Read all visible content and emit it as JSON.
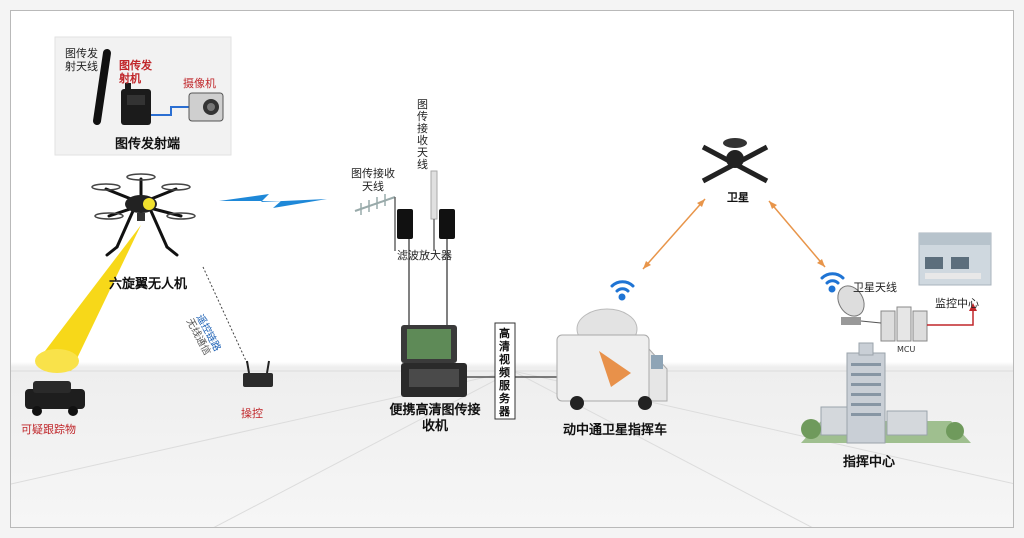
{
  "transmitter_panel": {
    "antenna_label": "图传发射天线",
    "transmitter_label": "图传发射机",
    "camera_label": "摄像机",
    "title": "图传发射端"
  },
  "drone": {
    "label": "六旋翼无人机"
  },
  "target": {
    "label": "可疑跟踪物"
  },
  "controller": {
    "label": "操控"
  },
  "link_labels": {
    "control_link": "遥控链路",
    "control_sub": "无线通信"
  },
  "receive_antenna": {
    "label": "图传接收天线"
  },
  "receive_antenna_vertical": {
    "label": "图传接收天线"
  },
  "amplifier": {
    "label": "滤波放大器"
  },
  "receiver": {
    "label": "便携高清图传接收机"
  },
  "server": {
    "label": "高清视频服务器"
  },
  "vehicle": {
    "label": "动中通卫星指挥车"
  },
  "satellite": {
    "label": "卫星"
  },
  "satellite_antenna": {
    "label": "卫星天线"
  },
  "mcu": {
    "label": "MCU"
  },
  "monitor_center": {
    "label": "监控中心"
  },
  "command_center": {
    "label": "指挥中心"
  },
  "colors": {
    "link_orange": "#e8954a",
    "signal_blue": "#1f74d4",
    "beam_yellow": "#f6d400",
    "red_text": "#c0262a"
  }
}
